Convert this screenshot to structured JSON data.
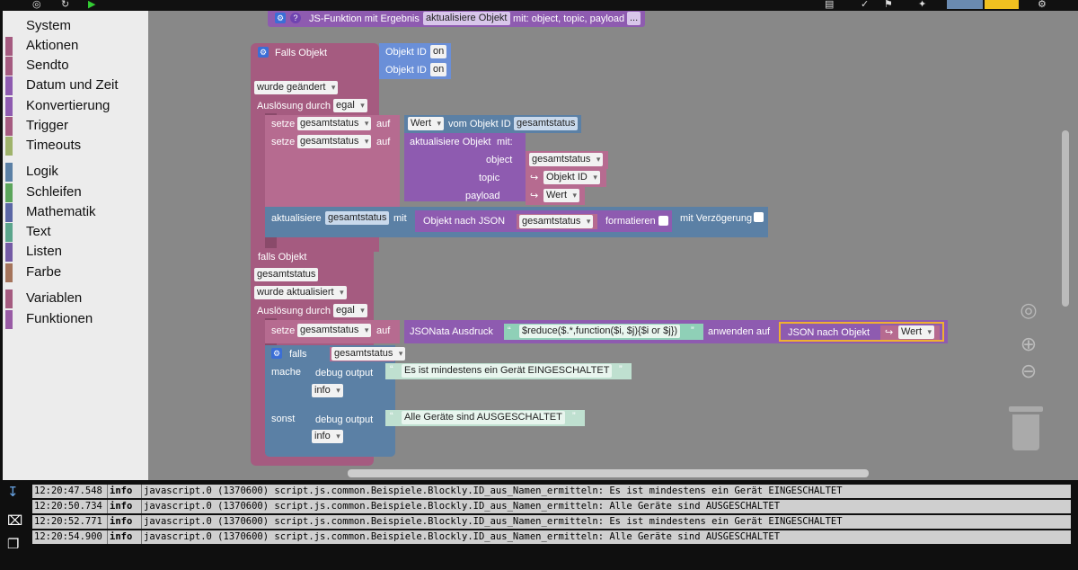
{
  "toolbox": {
    "categories": [
      {
        "label": "System",
        "color": "#ffffff"
      },
      {
        "label": "Aktionen",
        "color": "#a55b80"
      },
      {
        "label": "Sendto",
        "color": "#a55b80"
      },
      {
        "label": "Datum und Zeit",
        "color": "#8e5bb0"
      },
      {
        "label": "Konvertierung",
        "color": "#8e5bb0"
      },
      {
        "label": "Trigger",
        "color": "#a55b80"
      },
      {
        "label": "Timeouts",
        "color": "#9fb36b"
      },
      {
        "label": "Logik",
        "color": "#5b80a5"
      },
      {
        "label": "Schleifen",
        "color": "#5ba55b"
      },
      {
        "label": "Mathematik",
        "color": "#5b67a5"
      },
      {
        "label": "Text",
        "color": "#5ba58c"
      },
      {
        "label": "Listen",
        "color": "#745ba5"
      },
      {
        "label": "Farbe",
        "color": "#a5745b"
      },
      {
        "label": "Variablen",
        "color": "#a55b80"
      },
      {
        "label": "Funktionen",
        "color": "#995ba5"
      }
    ]
  },
  "blocks": {
    "func": {
      "prefix": "JS-Funktion mit Ergebnis",
      "name": "aktualisiere Objekt",
      "params": "mit: object, topic, payload",
      "more": "..."
    },
    "trig1": {
      "title": "Falls Objekt",
      "ids": [
        {
          "label": "Objekt ID",
          "value": "on"
        },
        {
          "label": "Objekt ID",
          "value": "on"
        }
      ],
      "changed": "wurde geändert",
      "trigger_label": "Auslösung durch",
      "trigger_value": "egal",
      "set1": {
        "setze": "setze",
        "var": "gesamtstatus",
        "auf": "auf",
        "wert": "Wert",
        "vom": "vom Objekt ID",
        "id": "gesamtstatus"
      },
      "set2": {
        "setze": "setze",
        "var": "gesamtstatus",
        "auf": "auf",
        "call": "aktualisiere Objekt",
        "mit": "mit:",
        "args": [
          {
            "label": "object",
            "value": "gesamtstatus"
          },
          {
            "label": "topic",
            "value": "Objekt ID"
          },
          {
            "label": "payload",
            "value": "Wert"
          }
        ]
      },
      "update": {
        "label": "aktualisiere",
        "var": "gesamtstatus",
        "mit": "mit",
        "json": "Objekt nach JSON",
        "jvar": "gesamtstatus",
        "fmt": "formatieren",
        "delay": "mit Verzögerung"
      }
    },
    "trig2": {
      "title": "falls Objekt",
      "id": "gesamtstatus",
      "updated": "wurde aktualisiert",
      "trigger_label": "Auslösung durch",
      "trigger_value": "egal",
      "set": {
        "setze": "setze",
        "var": "gesamtstatus",
        "auf": "auf",
        "jsonata": "JSONata Ausdruck",
        "expr": "$reduce($.*,function($i, $j){$i or $j})",
        "apply": "anwenden auf",
        "jno": "JSON nach Objekt",
        "wert": "Wert"
      },
      "if": {
        "falls": "falls",
        "cond": "gesamtstatus",
        "mache": "mache",
        "sonst": "sonst",
        "debug1": {
          "label": "debug output",
          "text": "Es ist mindestens ein Gerät EINGESCHALTET",
          "level": "info"
        },
        "debug2": {
          "label": "debug output",
          "text": "Alle Geräte sind AUSGESCHALTET",
          "level": "info"
        }
      }
    }
  },
  "log": [
    {
      "time": "12:20:47.548",
      "level": "info",
      "msg": "javascript.0 (1370600) script.js.common.Beispiele.Blockly.ID_aus_Namen_ermitteln: Es ist mindestens ein Gerät EINGESCHALTET"
    },
    {
      "time": "12:20:50.734",
      "level": "info",
      "msg": "javascript.0 (1370600) script.js.common.Beispiele.Blockly.ID_aus_Namen_ermitteln: Alle Geräte sind AUSGESCHALTET"
    },
    {
      "time": "12:20:52.771",
      "level": "info",
      "msg": "javascript.0 (1370600) script.js.common.Beispiele.Blockly.ID_aus_Namen_ermitteln: Es ist mindestens ein Gerät EINGESCHALTET"
    },
    {
      "time": "12:20:54.900",
      "level": "info",
      "msg": "javascript.0 (1370600) script.js.common.Beispiele.Blockly.ID_aus_Namen_ermitteln: Alle Geräte sind AUSGESCHALTET"
    }
  ]
}
